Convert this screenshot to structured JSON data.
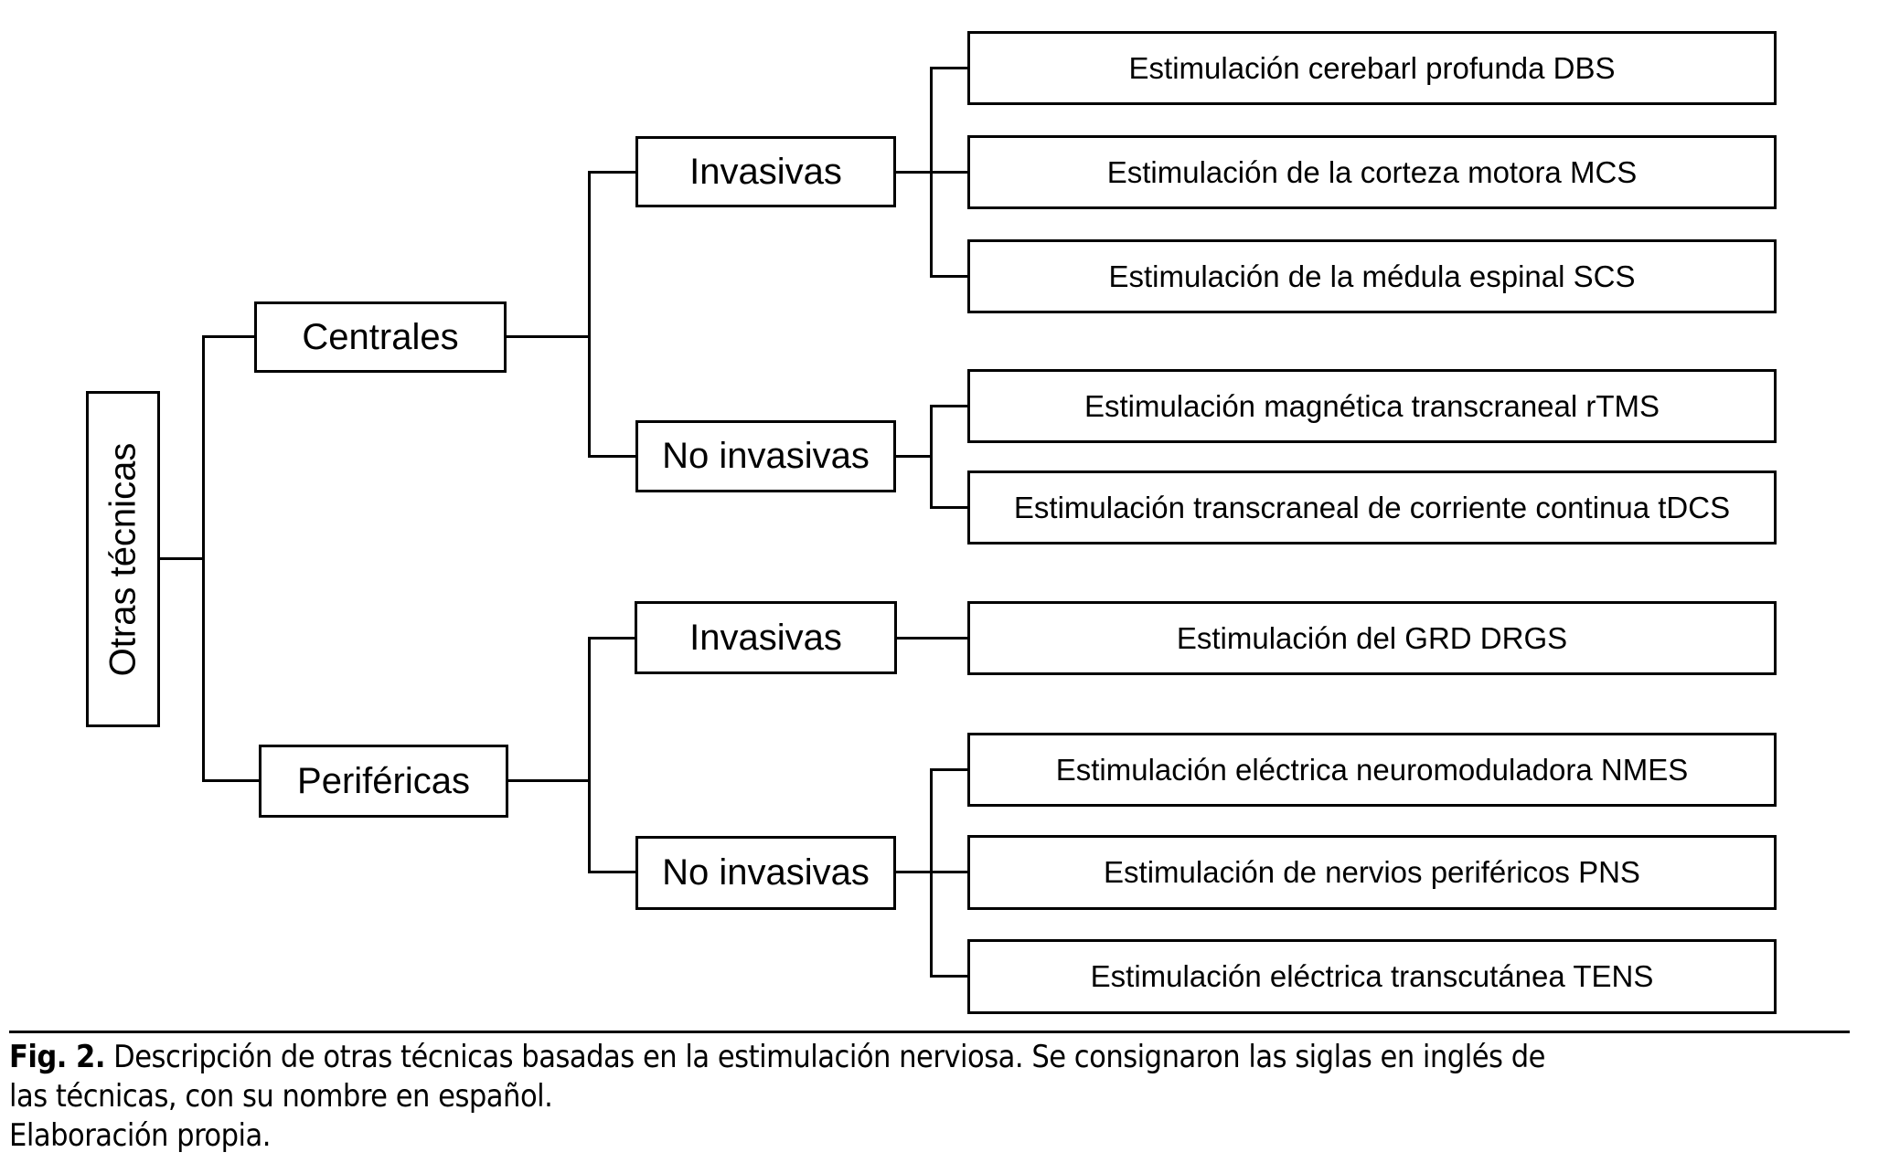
{
  "tree": {
    "root": {
      "label": "Otras técnicas"
    },
    "branches": [
      {
        "label": "Centrales",
        "children": [
          {
            "label": "Invasivas",
            "leaves": [
              "Estimulación cerebarl profunda DBS",
              "Estimulación de la corteza motora MCS",
              "Estimulación de la médula espinal SCS"
            ]
          },
          {
            "label": "No invasivas",
            "leaves": [
              "Estimulación magnética transcraneal rTMS",
              "Estimulación transcraneal de corriente continua tDCS"
            ]
          }
        ]
      },
      {
        "label": "Periféricas",
        "children": [
          {
            "label": "Invasivas",
            "leaves": [
              "Estimulación del GRD DRGS"
            ]
          },
          {
            "label": "No invasivas",
            "leaves": [
              "Estimulación eléctrica neuromoduladora NMES",
              "Estimulación de nervios periféricos PNS",
              "Estimulación eléctrica transcutánea TENS"
            ]
          }
        ]
      }
    ]
  },
  "caption": {
    "fig_label": "Fig. 2.",
    "line1": "Descripción de otras técnicas basadas en la estimulación nerviosa. Se consignaron las siglas en inglés de",
    "line2": "las técnicas, con su nombre en español.",
    "line3": "Elaboración propia."
  },
  "colors": {
    "line": "#000000",
    "background": "#ffffff",
    "text": "#000000"
  }
}
